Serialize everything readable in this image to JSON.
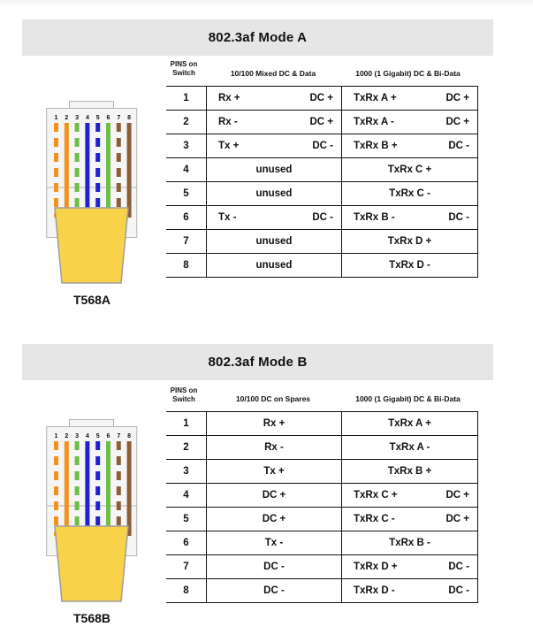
{
  "colors": {
    "header_bar_bg": "#e6e6e6",
    "table_border": "#111111",
    "body_fill": "#f5f5f5",
    "body_border": "#b3b3b3",
    "boot_yellow": "#f8d34a",
    "boot_border": "#9d9d9d",
    "wire_orange": "#f0921e",
    "wire_green": "#6cbe45",
    "wire_blue": "#2121cd",
    "wire_brown": "#8a5e38"
  },
  "sections": [
    {
      "title": "802.3af Mode A",
      "pins_header": [
        "PINS on",
        "Switch"
      ],
      "col1_header": "10/100 Mixed DC & Data",
      "col2_header": "1000 (1 Gigabit) DC & Bi-Data",
      "connector_label": "T568A",
      "rows": [
        {
          "pin": "1",
          "c1l": "Rx +",
          "c1r": "DC +",
          "c2l": "TxRx A +",
          "c2r": "DC +"
        },
        {
          "pin": "2",
          "c1l": "Rx -",
          "c1r": "DC +",
          "c2l": "TxRx A -",
          "c2r": "DC +"
        },
        {
          "pin": "3",
          "c1l": "Tx +",
          "c1r": "DC -",
          "c2l": "TxRx B +",
          "c2r": "DC -"
        },
        {
          "pin": "4",
          "c1c": "unused",
          "c2c": "TxRx C +"
        },
        {
          "pin": "5",
          "c1c": "unused",
          "c2c": "TxRx C -"
        },
        {
          "pin": "6",
          "c1l": "Tx -",
          "c1r": "DC -",
          "c2l": "TxRx B -",
          "c2r": "DC -"
        },
        {
          "pin": "7",
          "c1c": "unused",
          "c2c": "TxRx D +"
        },
        {
          "pin": "8",
          "c1c": "unused",
          "c2c": "TxRx D -"
        }
      ]
    },
    {
      "title": "802.3af Mode B",
      "pins_header": [
        "PINS on",
        "Switch"
      ],
      "col1_header": "10/100 DC on Spares",
      "col2_header": "1000 (1 Gigabit) DC & Bi-Data",
      "connector_label": "T568B",
      "rows": [
        {
          "pin": "1",
          "c1c": "Rx +",
          "c2c": "TxRx A +"
        },
        {
          "pin": "2",
          "c1c": "Rx -",
          "c2c": "TxRx A -"
        },
        {
          "pin": "3",
          "c1c": "Tx +",
          "c2c": "TxRx B +"
        },
        {
          "pin": "4",
          "c1c": "DC +",
          "c2l": "TxRx C +",
          "c2r": "DC +"
        },
        {
          "pin": "5",
          "c1c": "DC +",
          "c2l": "TxRx C -",
          "c2r": "DC +"
        },
        {
          "pin": "6",
          "c1c": "Tx -",
          "c2c": "TxRx B -"
        },
        {
          "pin": "7",
          "c1c": "DC -",
          "c2l": "TxRx D +",
          "c2r": "DC -"
        },
        {
          "pin": "8",
          "c1c": "DC -",
          "c2l": "TxRx D -",
          "c2r": "DC -"
        }
      ]
    }
  ],
  "connector": {
    "pin_numbers": [
      "1",
      "2",
      "3",
      "4",
      "5",
      "6",
      "7",
      "8"
    ],
    "wires": [
      {
        "name": "white-orange",
        "color": "wire_orange",
        "style": "dashed"
      },
      {
        "name": "orange",
        "color": "wire_orange",
        "style": "solid"
      },
      {
        "name": "white-green",
        "color": "wire_green",
        "style": "dashed"
      },
      {
        "name": "blue",
        "color": "wire_blue",
        "style": "solid"
      },
      {
        "name": "white-blue",
        "color": "wire_blue",
        "style": "dashed"
      },
      {
        "name": "green",
        "color": "wire_green",
        "style": "solid"
      },
      {
        "name": "white-brown",
        "color": "wire_brown",
        "style": "dashed"
      },
      {
        "name": "brown",
        "color": "wire_brown",
        "style": "solid"
      }
    ]
  }
}
